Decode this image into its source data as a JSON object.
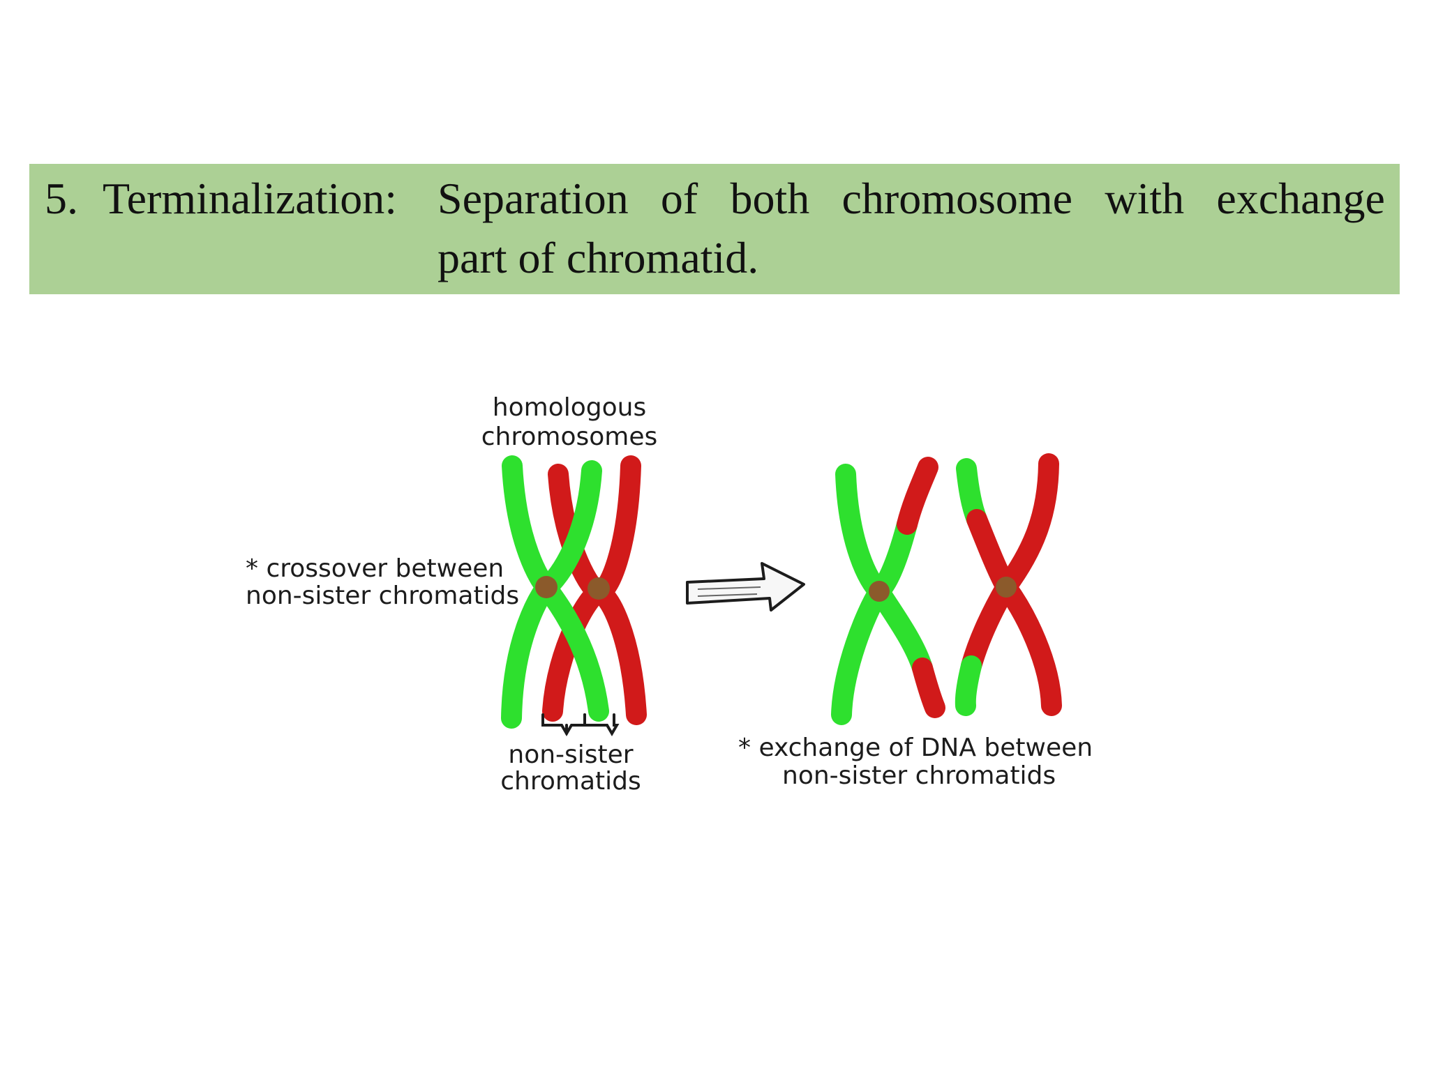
{
  "slide": {
    "title_number": "5.",
    "title_term": "Terminalization:",
    "title_line1_words": [
      "Separation",
      "of",
      "both",
      "chromosome",
      "with",
      "exchange"
    ],
    "title_line2": "part of chromatid.",
    "banner_color": "#acd095"
  },
  "diagram": {
    "labels": {
      "homologous_line1": "homologous",
      "homologous_line2": "chromosomes",
      "crossover_line1": "* crossover between",
      "crossover_line2": "non-sister chromatids",
      "nonsister_line1": "non-sister",
      "nonsister_line2": "chromatids",
      "exchange_line1": "* exchange of DNA between",
      "exchange_line2": "non-sister chromatids"
    },
    "colors": {
      "green": "#2ee02e",
      "red": "#d11a1a",
      "centromere": "#8b5a2b",
      "ink": "#1c1c1c"
    },
    "icons": [
      "arrow-right-icon",
      "bracket-icon"
    ]
  }
}
